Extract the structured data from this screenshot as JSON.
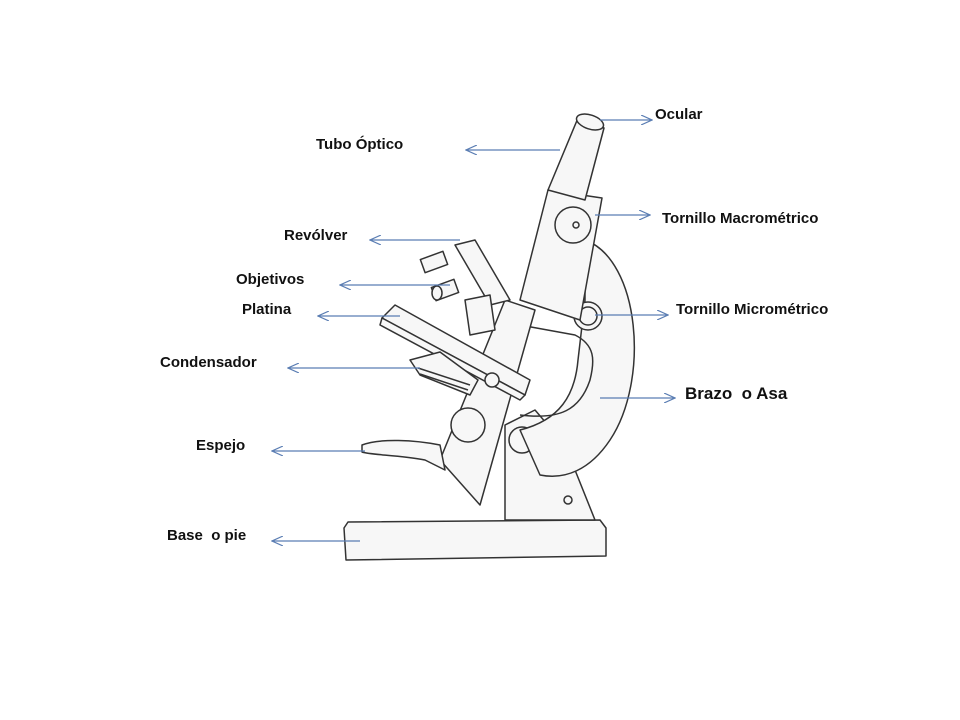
{
  "title": "Partes del microscopio",
  "labels": {
    "ocular": "Ocular",
    "tubo_optico": "Tubo Óptico",
    "tornillo_macrometrico": "Tornillo Macrométrico",
    "revolver": "Revólver",
    "objetivos": "Objetivos",
    "platina": "Platina",
    "tornillo_micrometrico": "Tornillo Micrométrico",
    "condensador": "Condensador",
    "brazo": "Brazo  o Asa",
    "espejo": "Espejo",
    "base": "Base  o pie"
  },
  "colors": {
    "arrow": "#5a7db3",
    "line": "#333333",
    "fill": "#f7f7f7"
  }
}
